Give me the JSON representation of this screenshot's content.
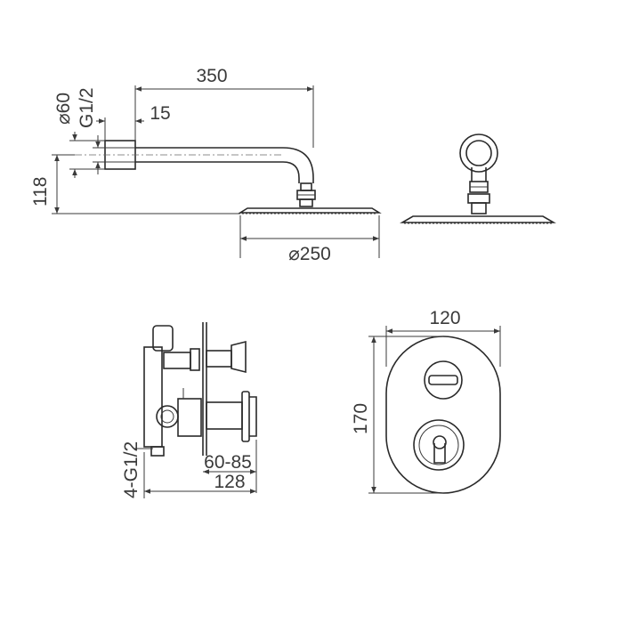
{
  "dimensions": {
    "shower_arm_length": "350",
    "diameter_60": "⌀60",
    "thread_g12": "G1/2",
    "offset_15": "15",
    "height_118": "118",
    "head_diameter": "⌀250",
    "valve_width": "120",
    "valve_height": "170",
    "depth_range": "60-85",
    "depth_total": "128",
    "inlets": "4-G1/2"
  },
  "colors": {
    "line": "#3a3a3a",
    "background": "#ffffff"
  }
}
